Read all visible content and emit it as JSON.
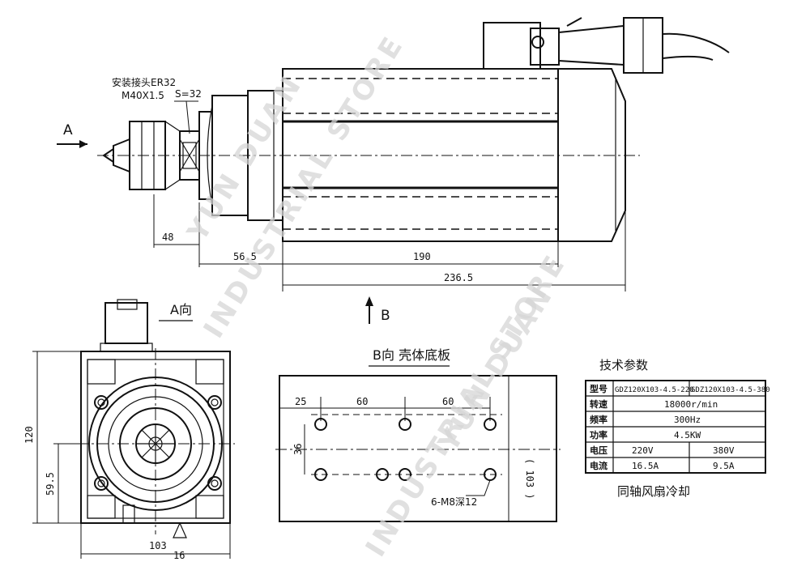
{
  "labels": {
    "view_a": "A",
    "view_b": "B",
    "view_a_dir": "A向",
    "view_b_title": "B向  壳体底板",
    "collet_line1": "安装接头ER32",
    "collet_line2": "M40X1.5",
    "wrench": "S=32"
  },
  "dims": {
    "d48": "48",
    "d56_5": "56.5",
    "d190": "190",
    "d236_5": "236.5",
    "d120": "120",
    "d59_5": "59.5",
    "d103": "103",
    "d16": "16",
    "p25": "25",
    "p60a": "60",
    "p60b": "60",
    "p36": "36",
    "p103": "( 103 )",
    "holes": "6-M8深12"
  },
  "specs": {
    "title": "技术参数",
    "rows": [
      {
        "k": "型号",
        "a": "GDZ120X103-4.5-220",
        "b": "GDZ120X103-4.5-380"
      },
      {
        "k": "转速",
        "v": "18000r/min"
      },
      {
        "k": "频率",
        "v": "300Hz"
      },
      {
        "k": "功率",
        "v": "4.5KW"
      },
      {
        "k": "电压",
        "a": "220V",
        "b": "380V"
      },
      {
        "k": "电流",
        "a": "16.5A",
        "b": "9.5A"
      }
    ],
    "cooling": "同轴风扇冷却"
  },
  "watermark": {
    "line1": "YUN DUAN",
    "line2": "INDUSTRIAL STORE"
  }
}
